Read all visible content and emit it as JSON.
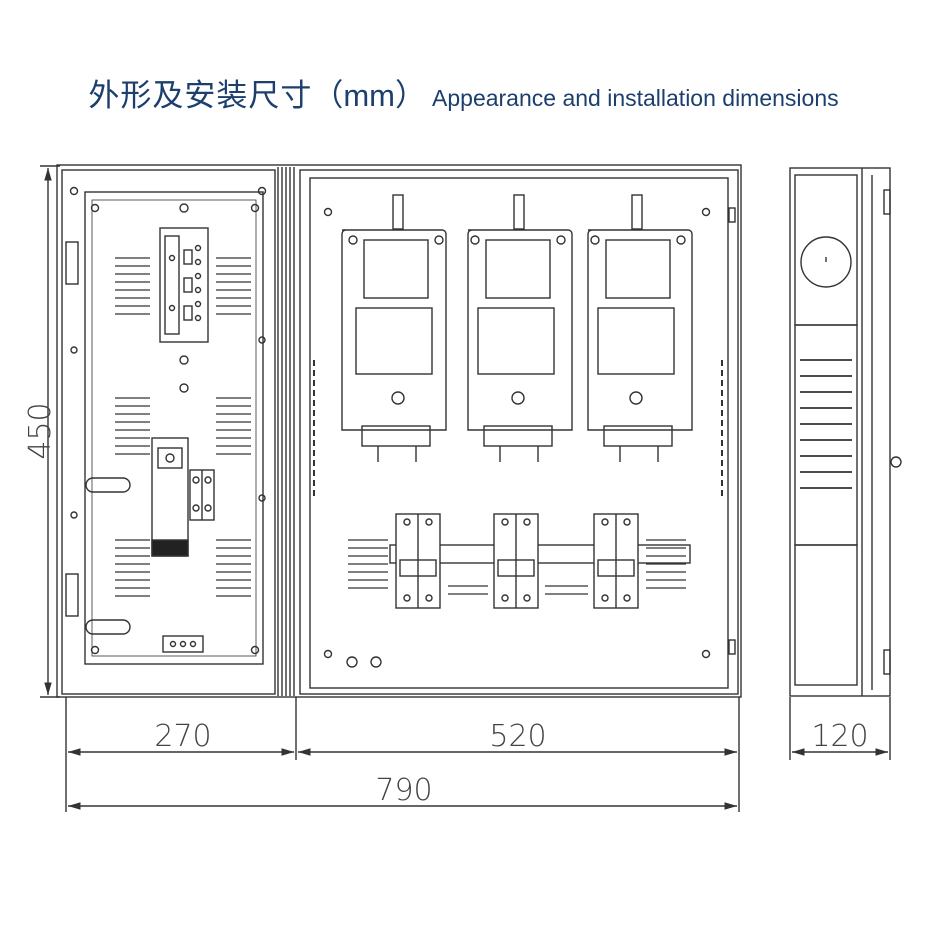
{
  "title": {
    "chinese": "外形及安装尺寸",
    "unit": "（mm）",
    "english": "Appearance and installation dimensions"
  },
  "dimensions": {
    "height": "450",
    "left_width": "270",
    "right_width": "520",
    "total_width": "790",
    "depth": "120"
  },
  "colors": {
    "title": "#1c3f6e",
    "line": "#333333"
  }
}
